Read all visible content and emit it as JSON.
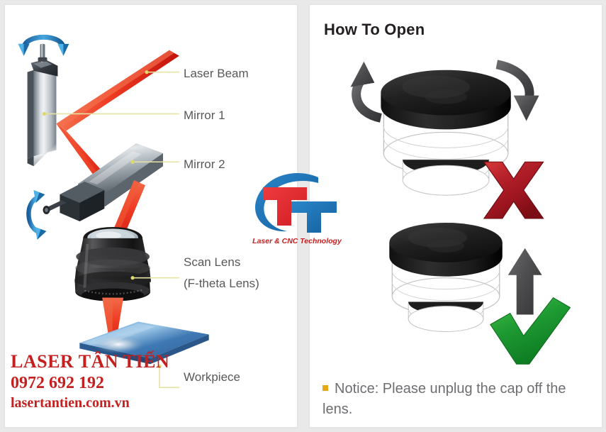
{
  "page": {
    "background": "#efefef",
    "panel_bg": "#ffffff"
  },
  "left_panel": {
    "name": "laser-marking-optical-path-diagram",
    "labels": {
      "laser_beam": "Laser Beam",
      "mirror_1": "Mirror 1",
      "mirror_2": "Mirror 2",
      "scan_lens_line1": "Scan Lens",
      "scan_lens_line2": "(F-theta Lens)",
      "workpiece": "Workpiece"
    },
    "colors": {
      "beam": "#e8241c",
      "beam_light": "#f4603c",
      "leader_line": "#e9e7a0",
      "label_text": "#58585a",
      "mirror_metal_light": "#f2f4f6",
      "mirror_metal_dark": "#5d6771",
      "galvo_arrow": "#1a80c4",
      "workpiece_blue": "#3d7fc1",
      "lens_body": "#2b2b2b"
    }
  },
  "watermark": {
    "line1": "LASER TÂN TIẾN",
    "line2": "0972 692 192",
    "line3": "lasertantien.com.vn",
    "color": "#c3201f"
  },
  "logo": {
    "tagline": "Laser & CNC Technology",
    "letter_red": "T",
    "letter_blue": "T",
    "red": "#e1262c",
    "blue": "#1c6fb8",
    "tagline_color": "#c3201f"
  },
  "right_panel": {
    "title": "How To Open",
    "title_color": "#231f20",
    "steps": [
      {
        "name": "twist-cap-wrong",
        "verdict": "x",
        "verdict_color": "#b7202a",
        "arrow_type": "rotate",
        "arrow_color": "#4d4d4f"
      },
      {
        "name": "pull-cap-correct",
        "verdict": "check",
        "verdict_color": "#1f9c33",
        "arrow_type": "up",
        "arrow_color": "#4d4d4f"
      }
    ],
    "notice": {
      "bullet_color": "#e8a712",
      "text": "Notice: Please unplug the cap off the lens.",
      "text_color": "#6d6e71"
    }
  }
}
